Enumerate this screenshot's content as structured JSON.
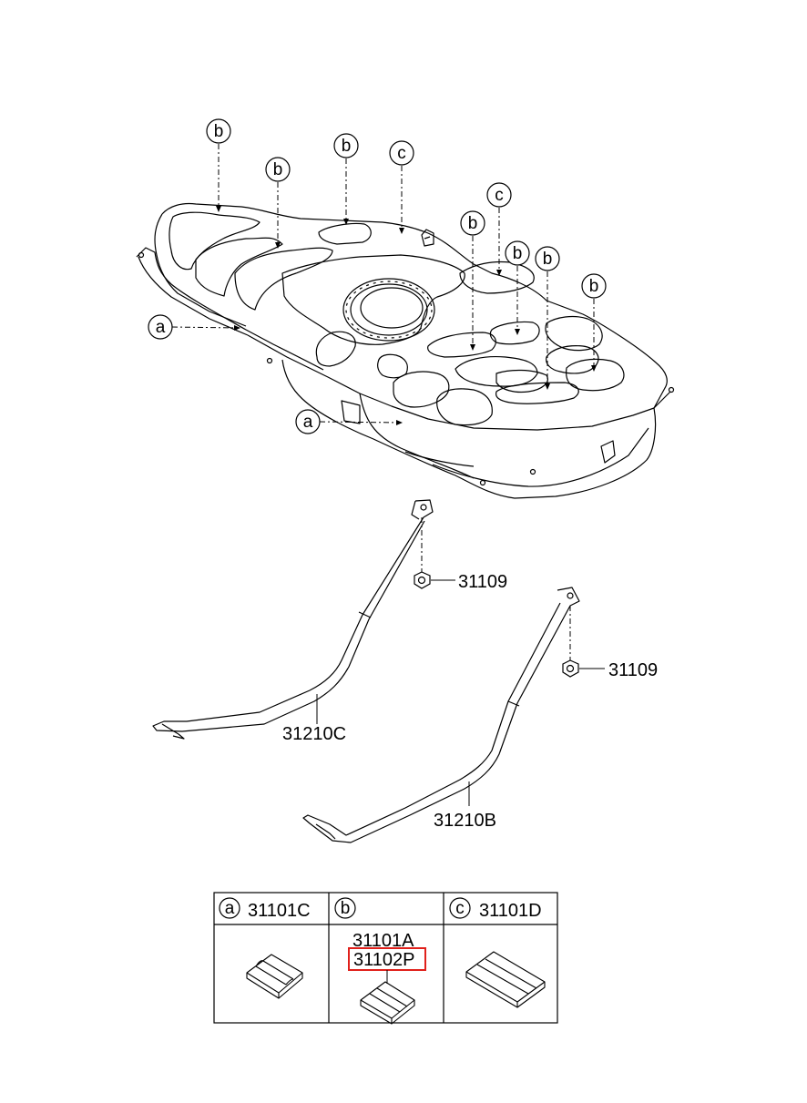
{
  "callouts": {
    "b1": "b",
    "b2": "b",
    "b3": "b",
    "c1": "c",
    "c2": "c",
    "b4": "b",
    "b5": "b",
    "b6": "b",
    "b7": "b",
    "a1": "a",
    "a2": "a"
  },
  "parts": {
    "nut_upper": "31109",
    "nut_lower": "31109",
    "strap_upper": "31210C",
    "strap_lower": "31210B"
  },
  "table": {
    "col_a": {
      "letter": "a",
      "part": "31101C"
    },
    "col_b": {
      "letter": "b",
      "part_1": "31101A",
      "part_2": "31102P"
    },
    "col_c": {
      "letter": "c",
      "part": "31101D"
    }
  },
  "colors": {
    "line": "#000000",
    "highlight": "#e0201b",
    "background": "#ffffff"
  },
  "icons": [
    "fuel-tank-drawing",
    "strap-drawing",
    "nut-icon",
    "pad-icon"
  ]
}
